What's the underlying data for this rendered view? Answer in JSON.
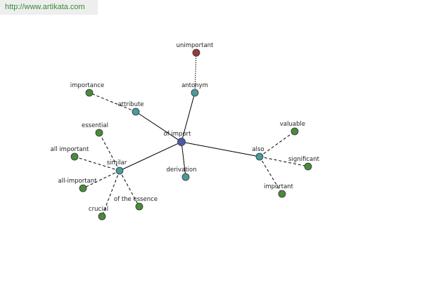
{
  "source_link": "http://www.artikata.com",
  "colors": {
    "root": "#4a5aa8",
    "relation": "#4a9a9a",
    "word": "#4a8a3a",
    "antonym_word": "#9a3a3a"
  },
  "graph": {
    "nodes": [
      {
        "id": "of-import",
        "label": "of import",
        "kind": "root"
      },
      {
        "id": "antonym",
        "label": "antonym",
        "kind": "relation"
      },
      {
        "id": "unimportant",
        "label": "unimportant",
        "kind": "antonym_word"
      },
      {
        "id": "attribute",
        "label": "attribute",
        "kind": "relation"
      },
      {
        "id": "importance",
        "label": "importance",
        "kind": "word"
      },
      {
        "id": "similar",
        "label": "similar",
        "kind": "relation"
      },
      {
        "id": "essential",
        "label": "essential",
        "kind": "word"
      },
      {
        "id": "all-important-space",
        "label": "all important",
        "kind": "word"
      },
      {
        "id": "all-important-hyphen",
        "label": "all-important",
        "kind": "word"
      },
      {
        "id": "crucial",
        "label": "crucial",
        "kind": "word"
      },
      {
        "id": "of-the-essence",
        "label": "of the essence",
        "kind": "word"
      },
      {
        "id": "derivation",
        "label": "derivation",
        "kind": "relation"
      },
      {
        "id": "also",
        "label": "also",
        "kind": "relation"
      },
      {
        "id": "valuable",
        "label": "valuable",
        "kind": "word"
      },
      {
        "id": "significant",
        "label": "significant",
        "kind": "word"
      },
      {
        "id": "important",
        "label": "important",
        "kind": "word"
      }
    ],
    "edges": [
      {
        "from": "of-import",
        "to": "antonym",
        "style": "solid"
      },
      {
        "from": "antonym",
        "to": "unimportant",
        "style": "dotted"
      },
      {
        "from": "of-import",
        "to": "attribute",
        "style": "solid"
      },
      {
        "from": "attribute",
        "to": "importance",
        "style": "dashed"
      },
      {
        "from": "of-import",
        "to": "similar",
        "style": "solid"
      },
      {
        "from": "similar",
        "to": "essential",
        "style": "dashed"
      },
      {
        "from": "similar",
        "to": "all-important-space",
        "style": "dashed"
      },
      {
        "from": "similar",
        "to": "all-important-hyphen",
        "style": "dashed"
      },
      {
        "from": "similar",
        "to": "crucial",
        "style": "dashed"
      },
      {
        "from": "similar",
        "to": "of-the-essence",
        "style": "dashed"
      },
      {
        "from": "of-import",
        "to": "derivation",
        "style": "solid"
      },
      {
        "from": "of-import",
        "to": "also",
        "style": "solid"
      },
      {
        "from": "also",
        "to": "valuable",
        "style": "dashed"
      },
      {
        "from": "also",
        "to": "significant",
        "style": "dashed"
      },
      {
        "from": "also",
        "to": "important",
        "style": "dashed"
      }
    ]
  }
}
